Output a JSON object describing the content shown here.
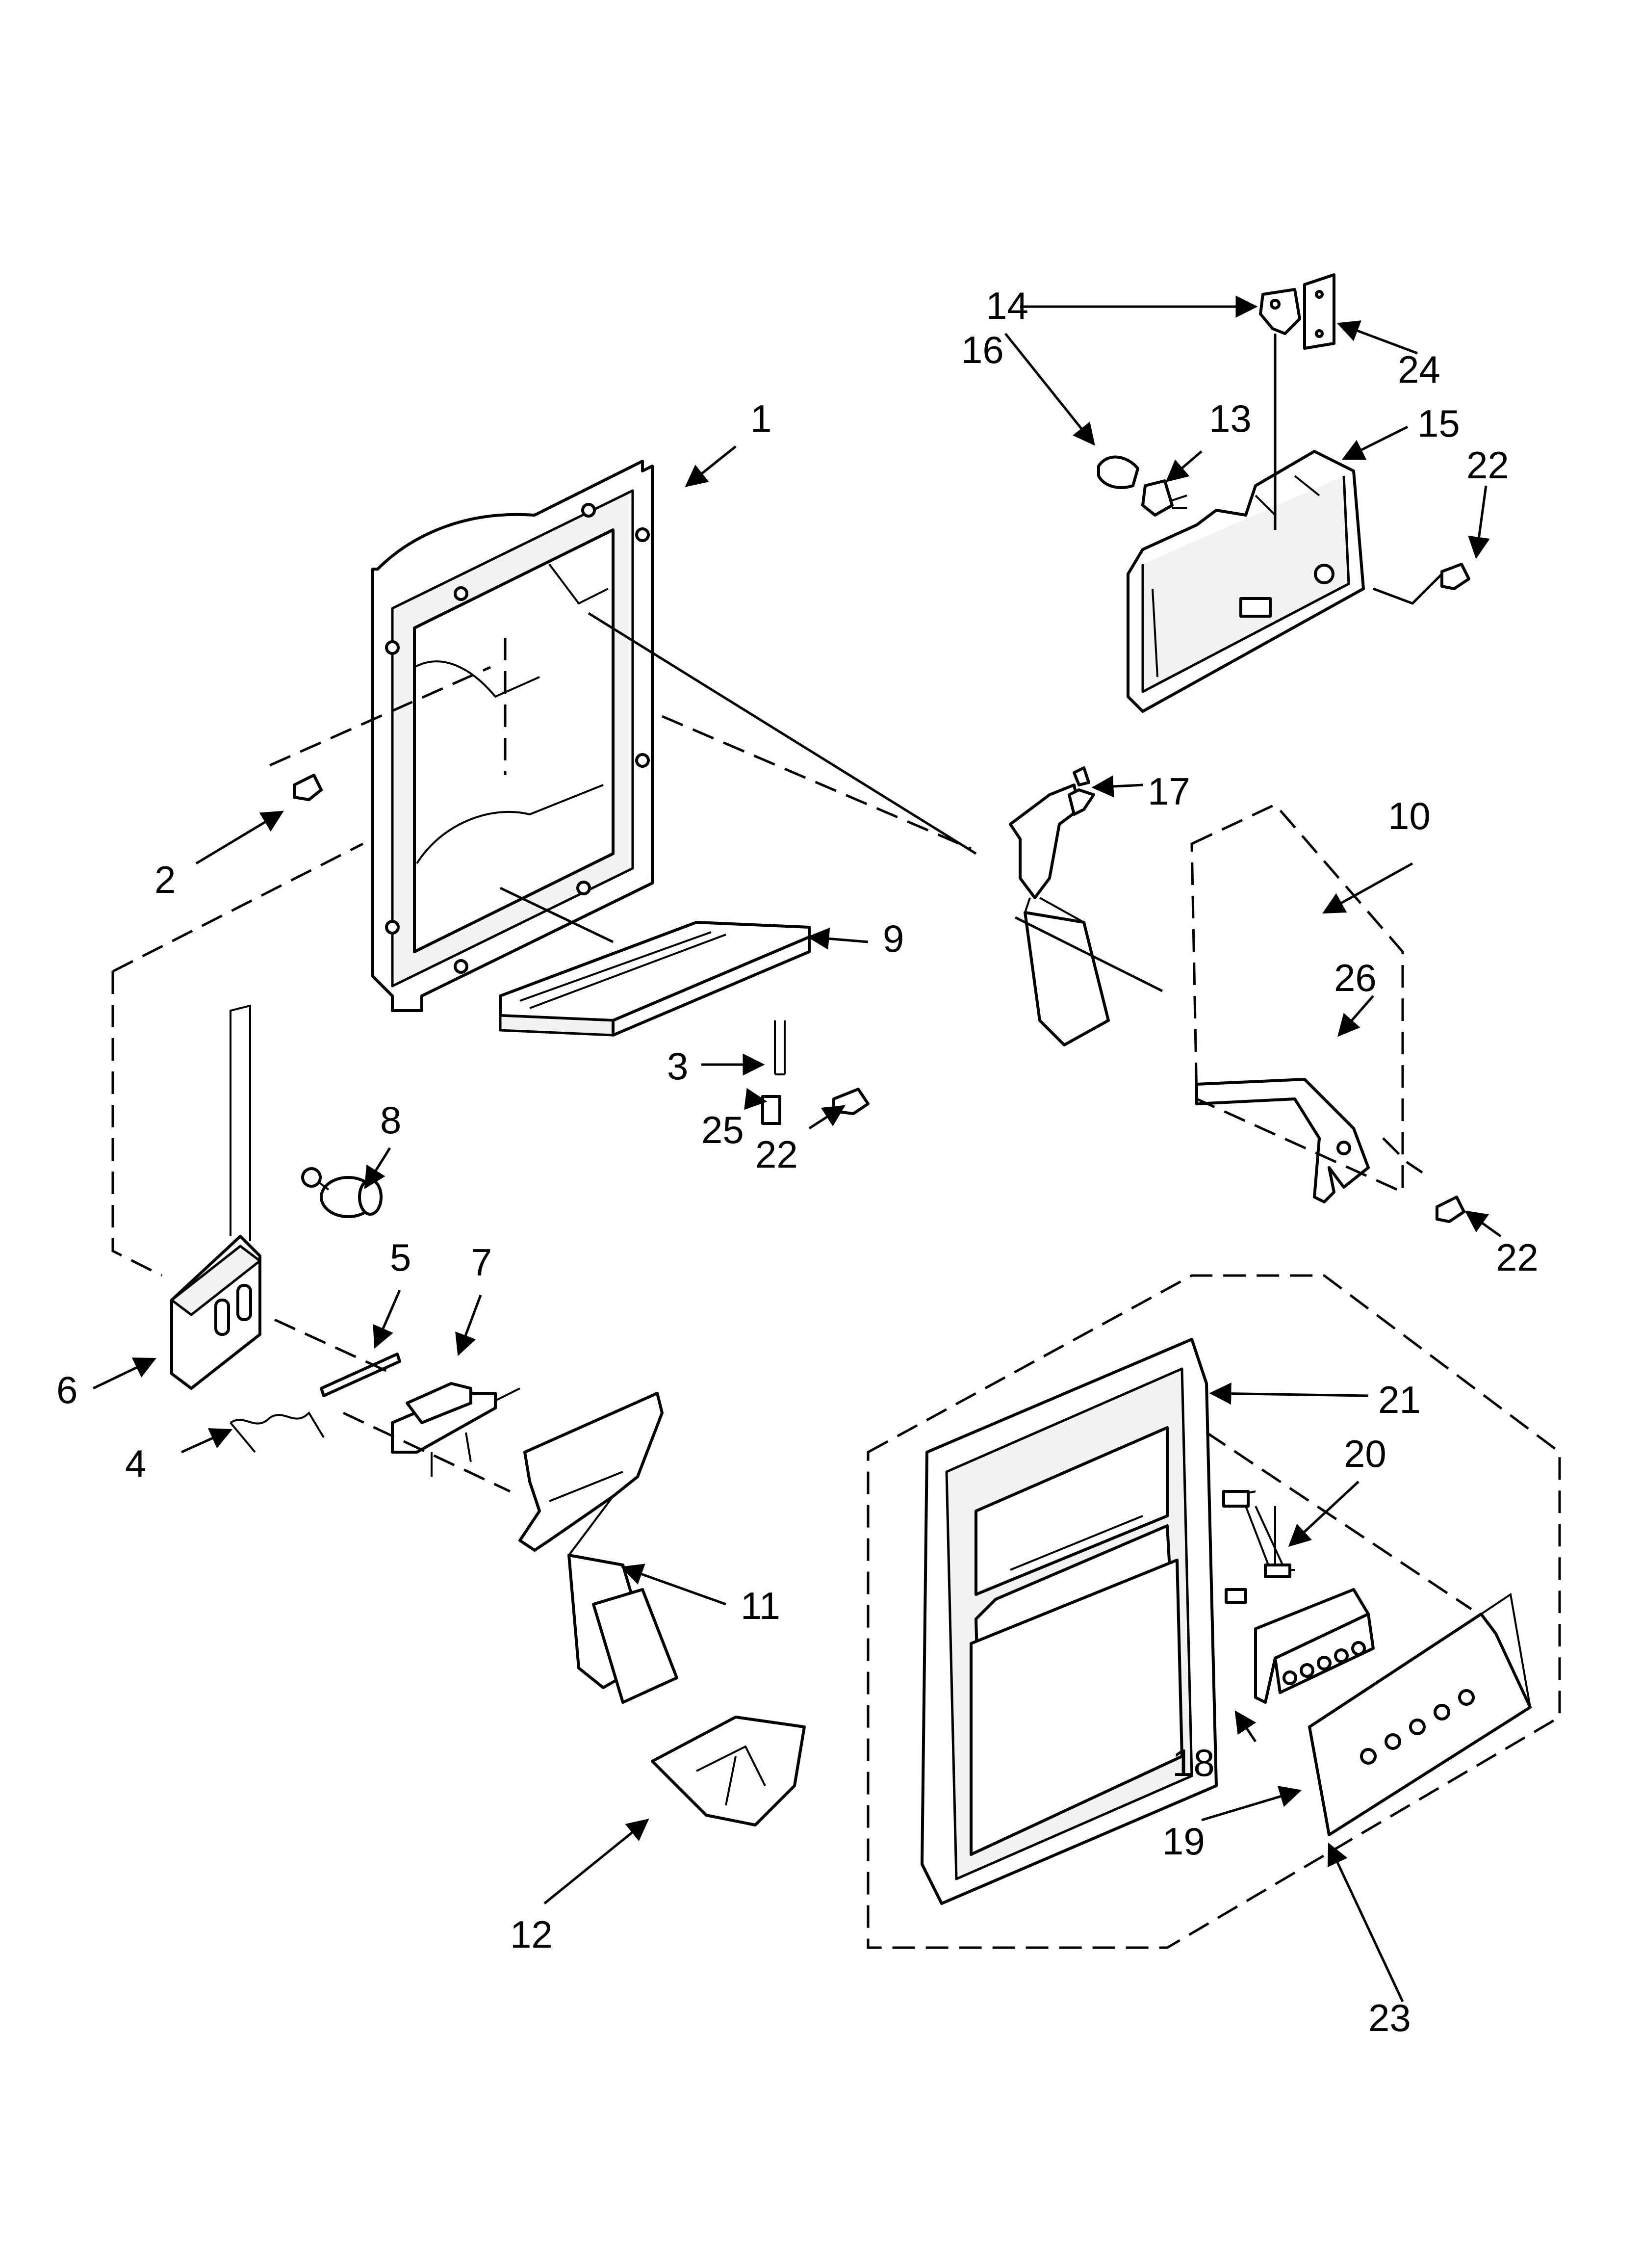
{
  "diagram": {
    "type": "exploded-parts-view",
    "callouts": {
      "c1": "1",
      "c2": "2",
      "c3": "3",
      "c4": "4",
      "c5": "5",
      "c6": "6",
      "c7": "7",
      "c8": "8",
      "c9": "9",
      "c10": "10",
      "c11": "11",
      "c12": "12",
      "c13": "13",
      "c14": "14",
      "c15": "15",
      "c16": "16",
      "c17": "17",
      "c18": "18",
      "c19": "19",
      "c20": "20",
      "c21": "21",
      "c22a": "22",
      "c22b": "22",
      "c22c": "22",
      "c23": "23",
      "c24": "24",
      "c25": "25",
      "c26": "26"
    }
  }
}
